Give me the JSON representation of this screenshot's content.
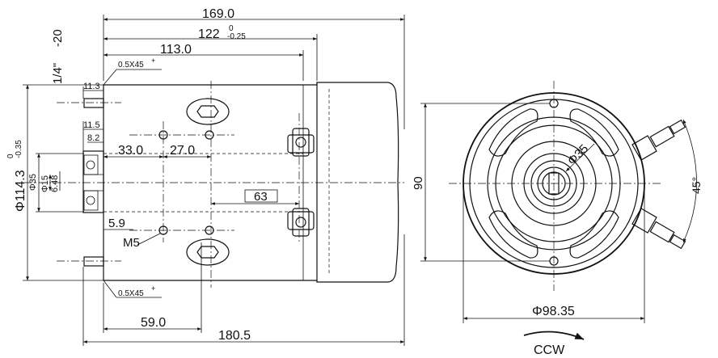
{
  "dims": {
    "overall_169": "169.0",
    "len_122": "122",
    "len_122_tol_upper": "0",
    "len_122_tol_lower": "-0.25",
    "len_113": "113.0",
    "thread_quarter": "1/4\"",
    "thread_pitch": "-20",
    "chamfer_top": "0.5X45",
    "chamfer_plus": "+",
    "dim_11_3": "11.3",
    "dim_11_5": "11.5",
    "dim_8_2": "8.2",
    "dim_33": "33.0",
    "dim_27": "27.0",
    "dim_63": "63",
    "dia_114": "Φ114.3",
    "dia_114_tol_upper": "0",
    "dia_114_tol_lower": "-0.35",
    "dia_35": "Φ35",
    "dia_15": "Φ15",
    "dim_6_48": "6.48",
    "dim_5_9": "5.9",
    "thread_m5": "M5",
    "chamfer_bottom": "0.5X45",
    "dim_59": "59.0",
    "overall_180": "180.5",
    "height_90": "90",
    "bore_35": "Φ35",
    "angle_45": "45°",
    "dia_98": "Φ98.35",
    "rotation": "CCW"
  }
}
